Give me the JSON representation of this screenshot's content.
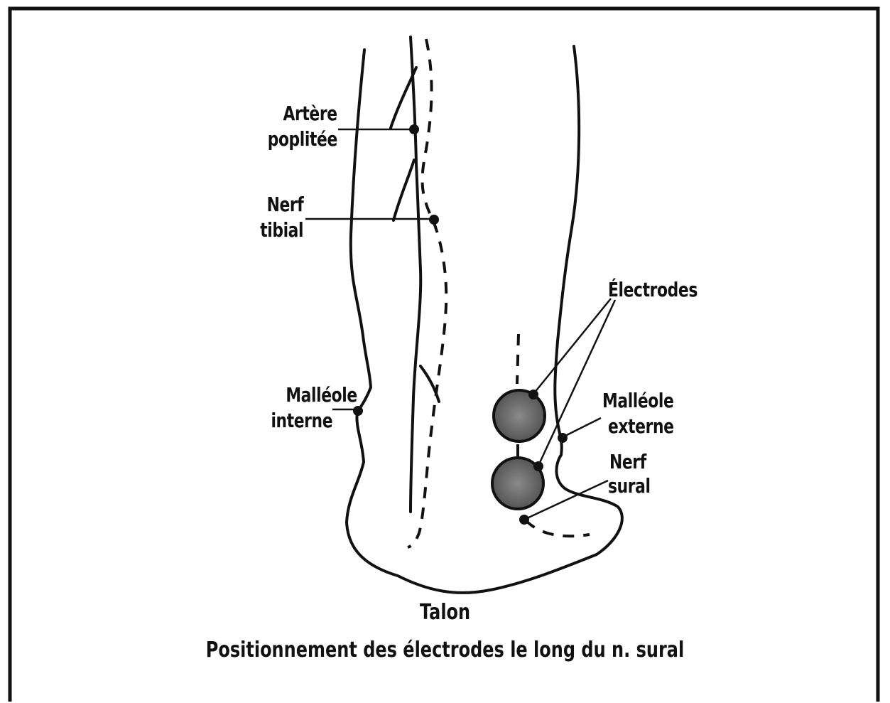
{
  "labels": {
    "artere_line1": "Artère",
    "artere_line2": "poplitée",
    "nerf_tibial_line1": "Nerf",
    "nerf_tibial_line2": "tibial",
    "malleole_interne_line1": "Malléole",
    "malleole_interne_line2": "interne",
    "electrodes": "Électrodes",
    "malleole_externe_line1": "Malléole",
    "malleole_externe_line2": "externe",
    "nerf_sural_line1": "Nerf",
    "nerf_sural_line2": "sural"
  },
  "caption": {
    "line1": "Talon",
    "line2": "Positionnement des électrodes le long du n. sural"
  },
  "colors": {
    "ink": "#111111",
    "electrode_fill": "#6f6f6f",
    "background": "#ffffff"
  }
}
